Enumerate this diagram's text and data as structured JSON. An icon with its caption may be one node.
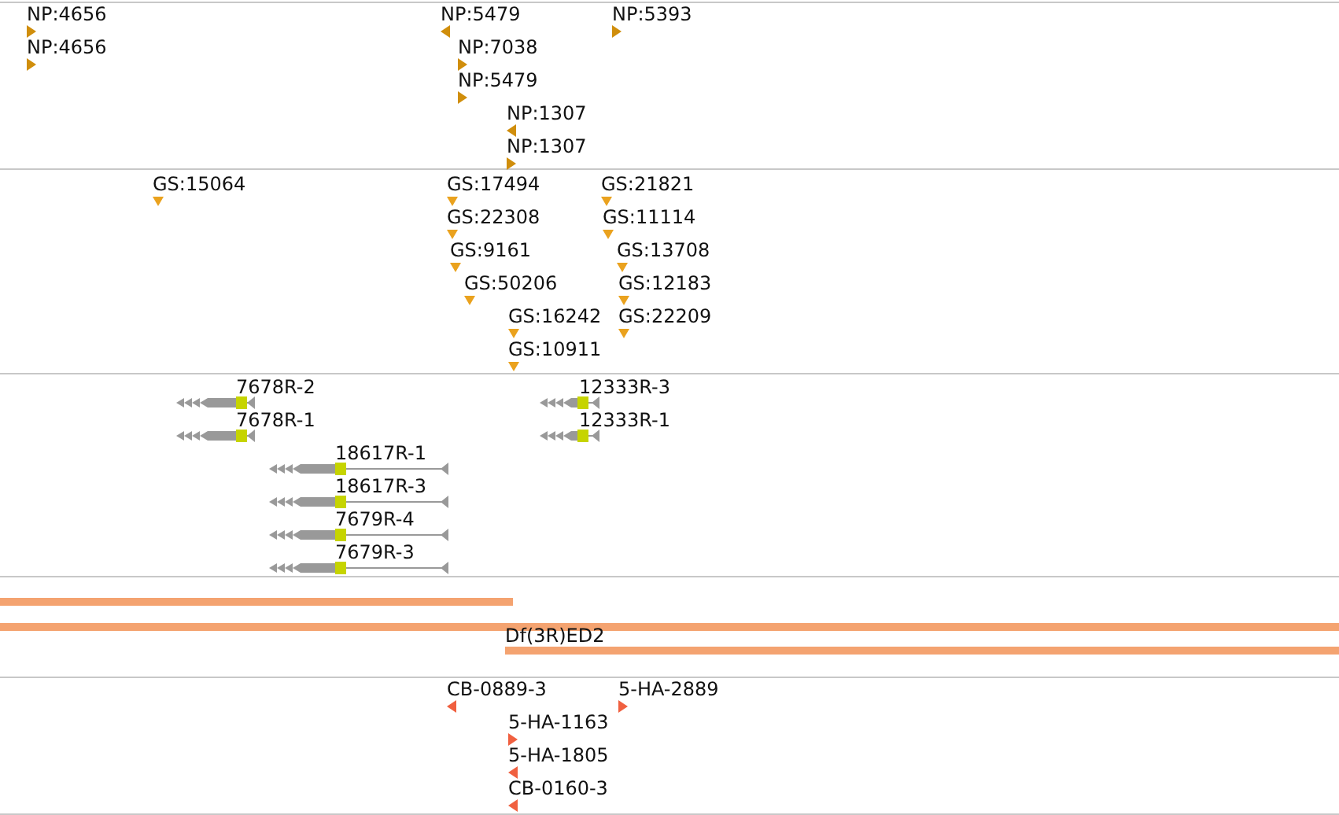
{
  "diagram": {
    "labels": [
      "NP:4656",
      "NP:5479",
      "NP:5393",
      "NP:4656",
      "NP:7038",
      "NP:5479",
      "NP:1307",
      "NP:1307",
      "GS:15064",
      "GS:17494",
      "GS:21821",
      "GS:22308",
      "GS:11114",
      "GS:9161",
      "GS:13708",
      "GS:50206",
      "GS:12183",
      "GS:16242",
      "GS:22209",
      "GS:10911",
      "7678R-2",
      "12333R-3",
      "7678R-1",
      "12333R-1",
      "18617R-1",
      "18617R-3",
      "7679R-4",
      "7679R-3",
      "Df(3R)ED2",
      "CB-0889-3",
      "5-HA-2889",
      "5-HA-1163",
      "5-HA-1805",
      "CB-0160-3"
    ]
  }
}
